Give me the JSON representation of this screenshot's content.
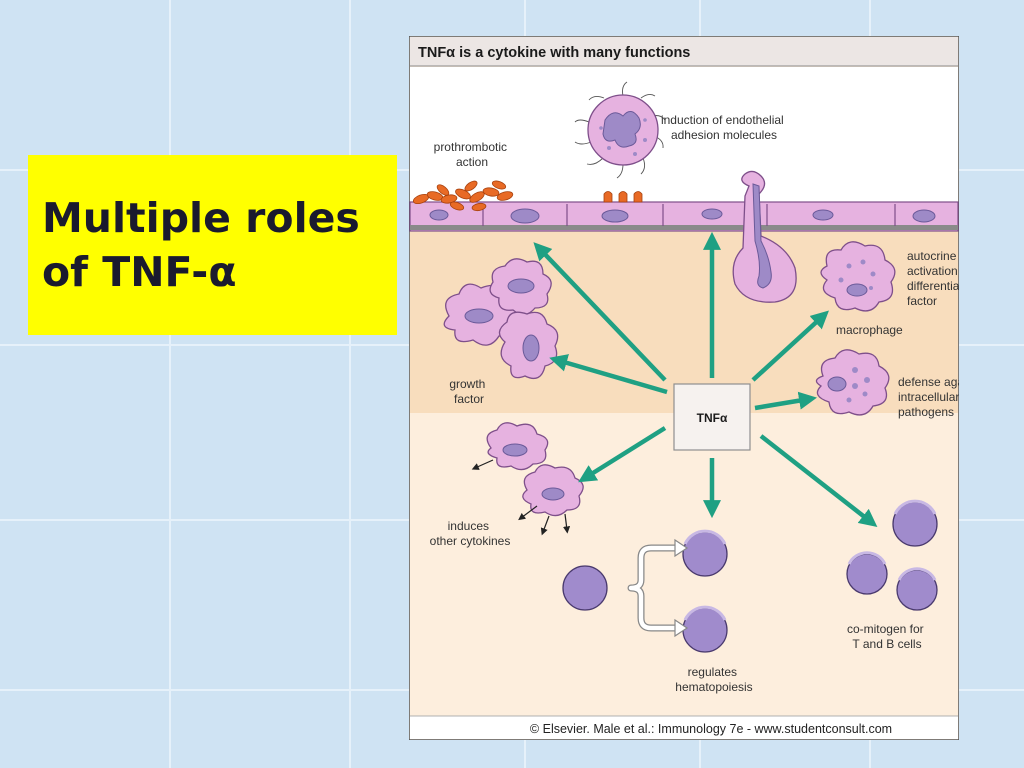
{
  "slide": {
    "title_line1": "Multiple roles",
    "title_line2": "of TNF-α",
    "background_color": "#cfe3f3"
  },
  "figure": {
    "header": "TNFα is a cytokine with many functions",
    "center_label": "TNFα",
    "labels": {
      "prothrombotic": [
        "prothrombotic",
        "action"
      ],
      "endothelial": [
        "induction of endothelial",
        "adhesion molecules"
      ],
      "autocrine": [
        "autocrine",
        "activation and",
        "differentiation",
        "factor"
      ],
      "macrophage": "macrophage",
      "defense": [
        "defense against",
        "intracellular",
        "pathogens"
      ],
      "growth": [
        "growth",
        "factor"
      ],
      "cytokines": [
        "induces",
        "other cytokines"
      ],
      "comitogen": [
        "co-mitogen for",
        "T and B cells"
      ],
      "hematopoiesis": [
        "regulates",
        "hematopoiesis"
      ]
    },
    "credit": "© Elsevier. Male et al.: Immunology 7e - www.studentconsult.com",
    "colors": {
      "arrow": "#1fa083",
      "cell_fill": "#e6b2e0",
      "cell_stroke": "#7e4f8a",
      "nucleus": "#9e8ac7",
      "lymphocyte": "#a08bcc",
      "rbc": "#e86a25",
      "tissue_band": "#f8ddbd",
      "lower_bg": "#fdeedd"
    }
  }
}
